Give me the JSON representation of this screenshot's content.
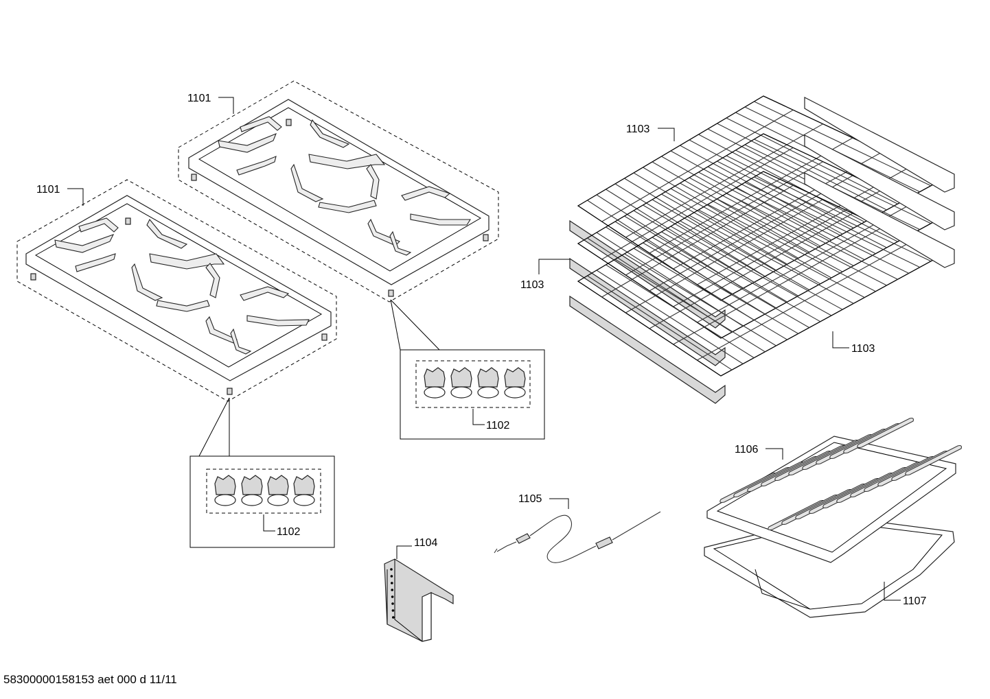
{
  "document_id": "58300000158153 aet 000 d 11/11",
  "callouts": {
    "grate_top": "1101",
    "grate_left": "1101",
    "feet_kit_right": "1102",
    "feet_kit_left": "1102",
    "rack_top": "1103",
    "rack_mid": "1103",
    "rack_right": "1103",
    "bracket": "1104",
    "meat_probe": "1105",
    "broil_pan_top": "1106",
    "broil_pan_bottom": "1107"
  },
  "colors": {
    "line": "#000000",
    "background": "#ffffff",
    "fill": "#d8d8d8"
  }
}
